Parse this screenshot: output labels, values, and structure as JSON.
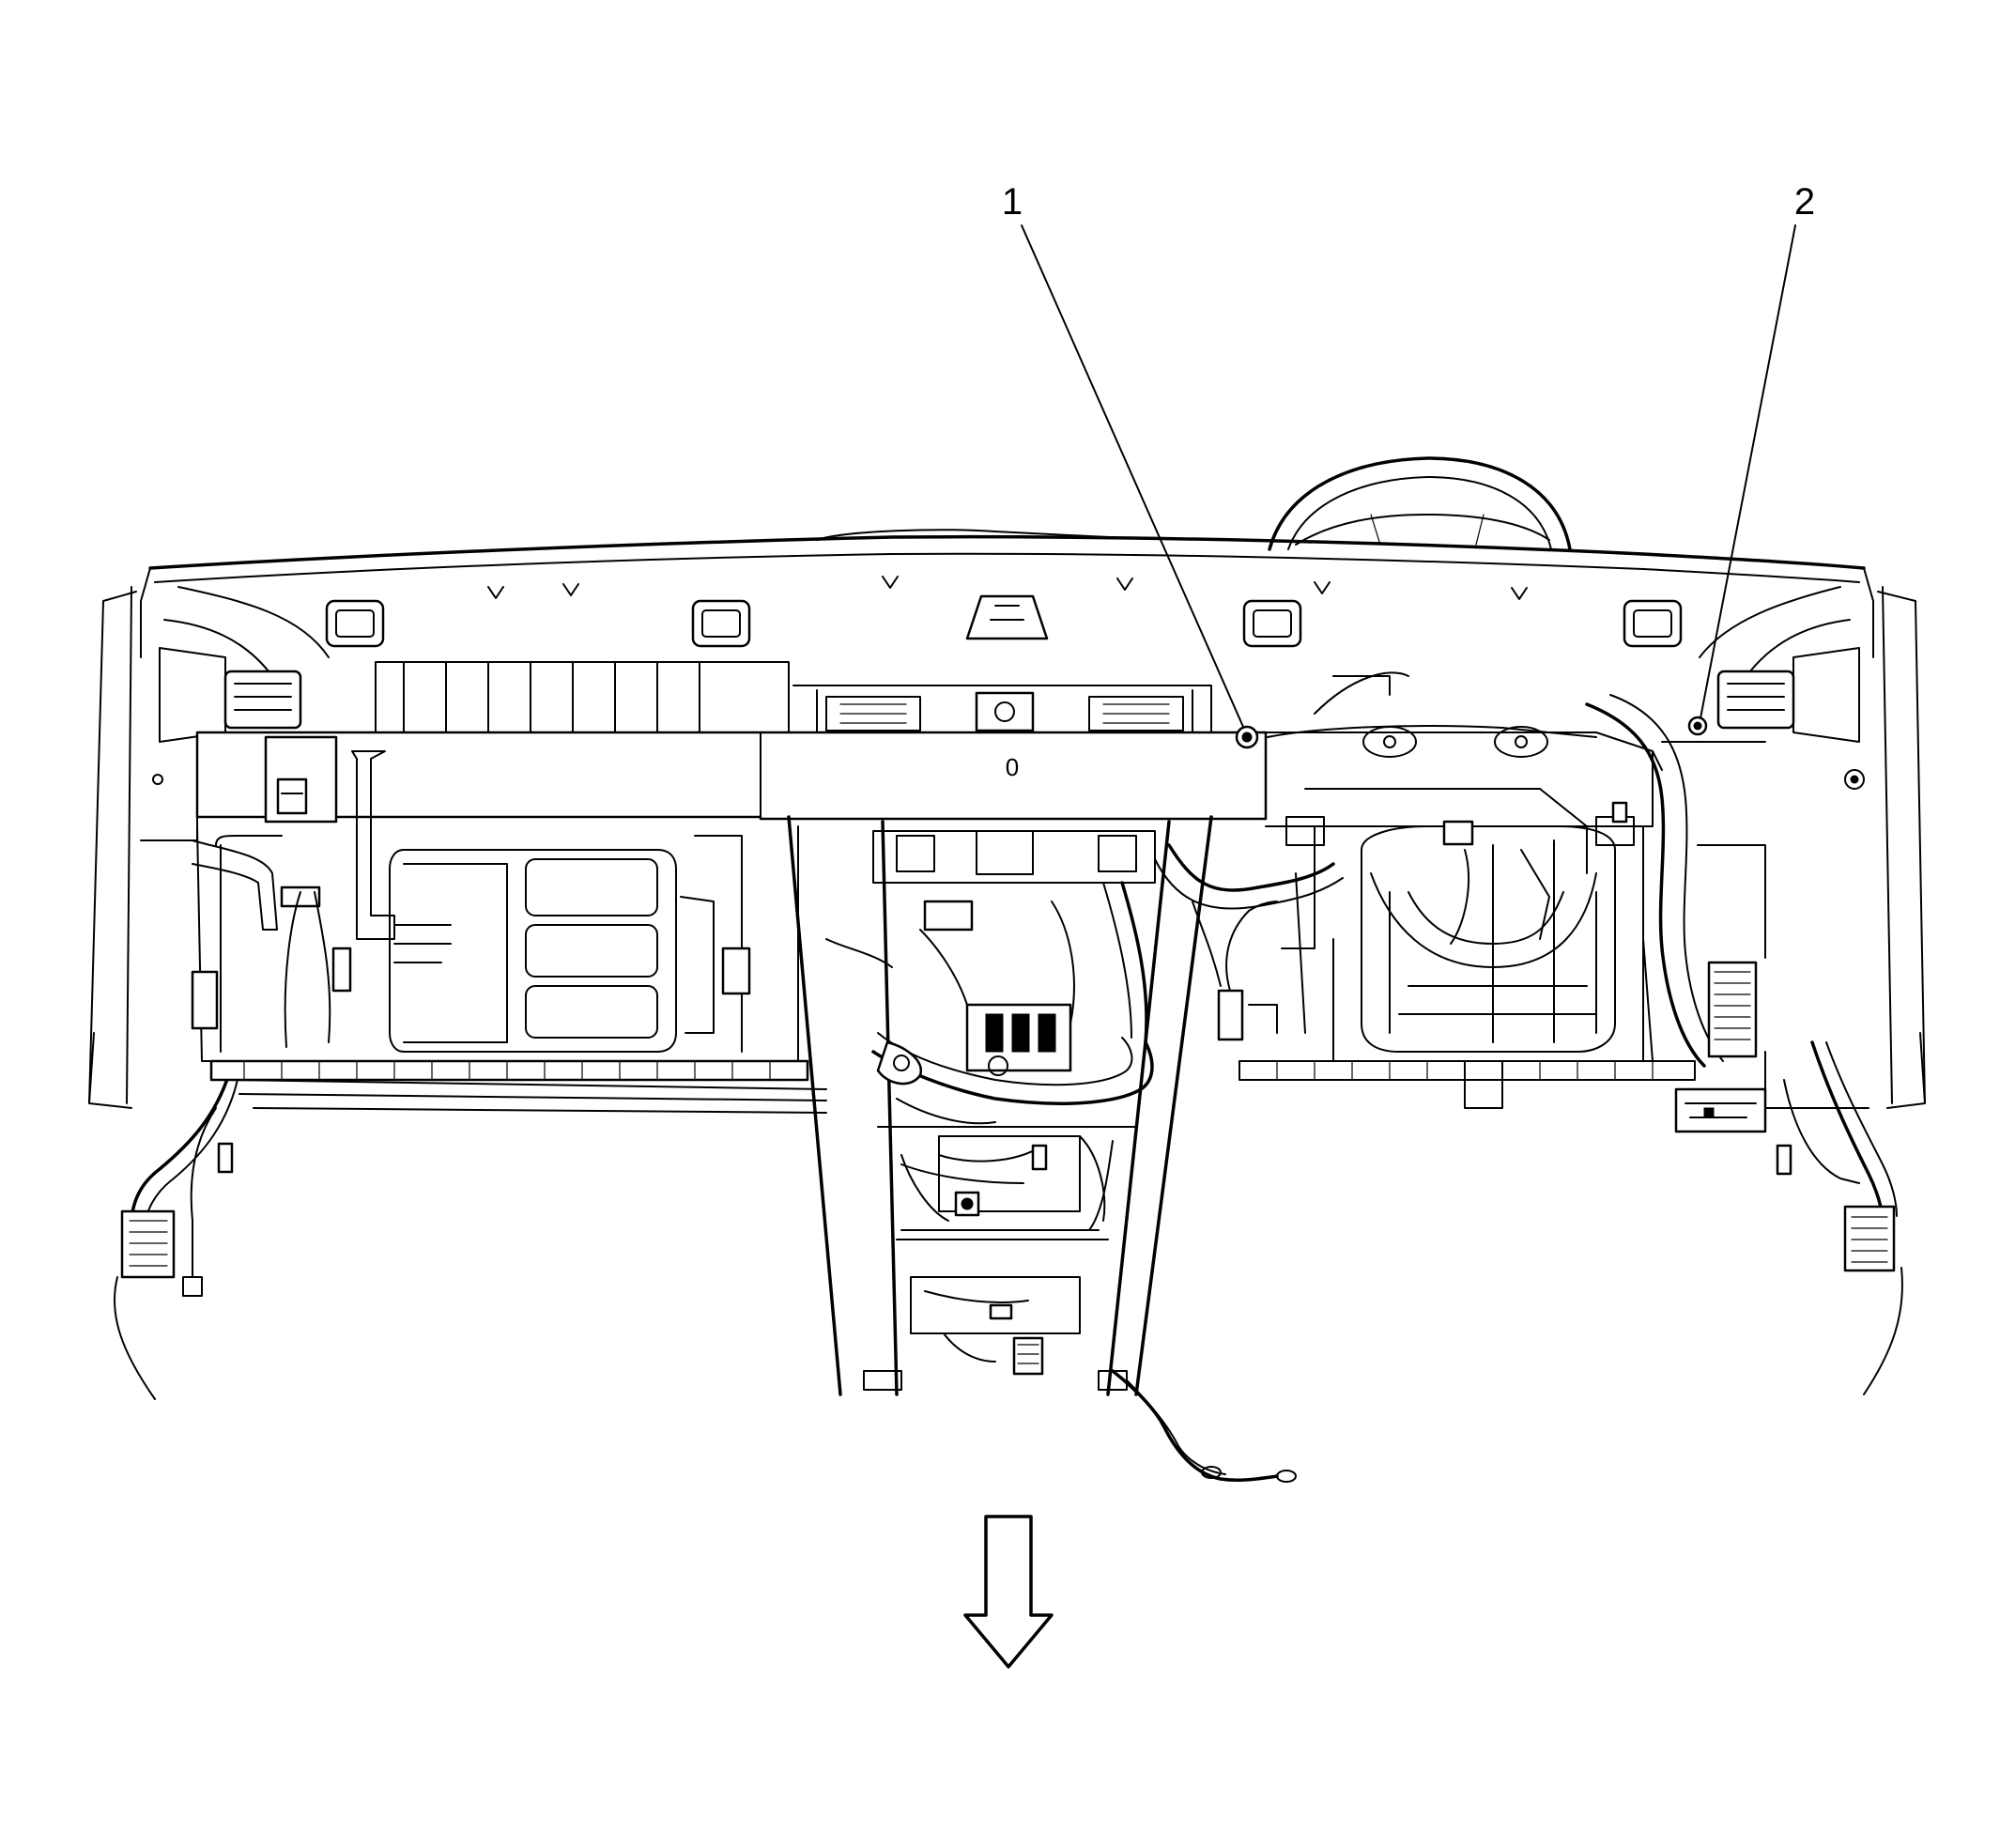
{
  "diagram": {
    "callouts": [
      {
        "id": "callout-1",
        "label": "1"
      },
      {
        "id": "callout-2",
        "label": "2"
      }
    ],
    "beam_label": "0",
    "direction_icon": "down-arrow-icon"
  }
}
